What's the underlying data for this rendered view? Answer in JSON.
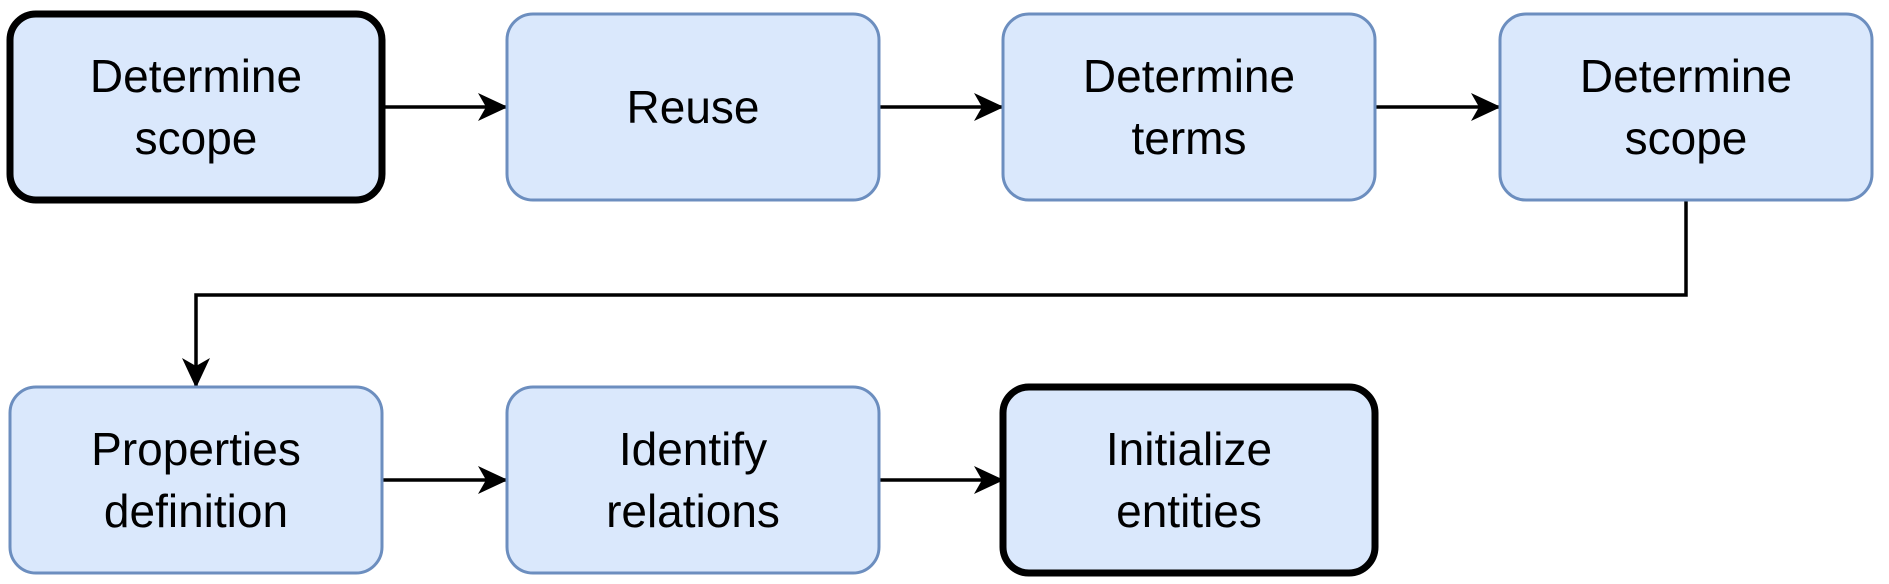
{
  "colors": {
    "node_fill": "#dae8fc",
    "node_border": "#6c8ebf",
    "emphasis_border": "#000000",
    "edge": "#000000",
    "background": "#ffffff"
  },
  "nodes": [
    {
      "id": "determine-scope-start",
      "lines": [
        "Determine",
        "scope"
      ],
      "emphasized": true
    },
    {
      "id": "reuse",
      "lines": [
        "Reuse"
      ],
      "emphasized": false
    },
    {
      "id": "determine-terms",
      "lines": [
        "Determine",
        "terms"
      ],
      "emphasized": false
    },
    {
      "id": "determine-scope-end",
      "lines": [
        "Determine",
        "scope"
      ],
      "emphasized": false
    },
    {
      "id": "properties-definition",
      "lines": [
        "Properties",
        "definition"
      ],
      "emphasized": false
    },
    {
      "id": "identify-relations",
      "lines": [
        "Identify",
        "relations"
      ],
      "emphasized": false
    },
    {
      "id": "initialize-entities",
      "lines": [
        "Initialize",
        "entities"
      ],
      "emphasized": true
    }
  ],
  "edges": [
    {
      "from": "determine-scope-start",
      "to": "reuse"
    },
    {
      "from": "reuse",
      "to": "determine-terms"
    },
    {
      "from": "determine-terms",
      "to": "determine-scope-end"
    },
    {
      "from": "determine-scope-end",
      "to": "properties-definition"
    },
    {
      "from": "properties-definition",
      "to": "identify-relations"
    },
    {
      "from": "identify-relations",
      "to": "initialize-entities"
    }
  ]
}
